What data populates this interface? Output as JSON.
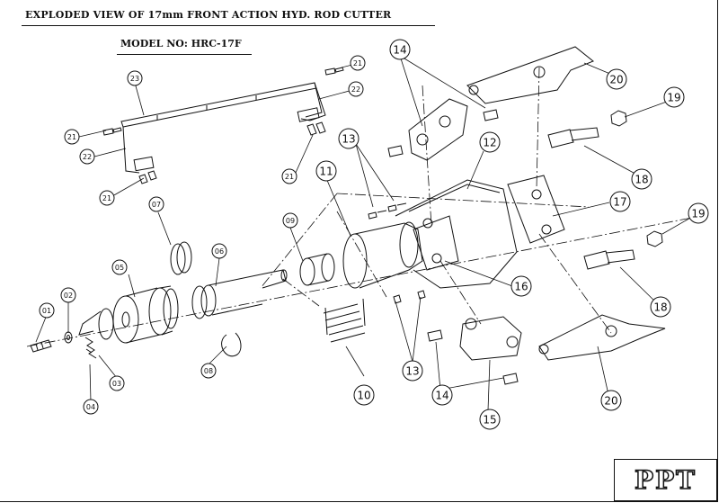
{
  "title": "EXPLODED VIEW OF 17mm FRONT ACTION HYD. ROD CUTTER",
  "model": "MODEL NO: HRC-17F",
  "logo": "PPT",
  "callouts": {
    "c01": "01",
    "c02": "02",
    "c03": "03",
    "c04": "04",
    "c05": "05",
    "c06": "06",
    "c07": "07",
    "c08": "08",
    "c09": "09",
    "c10": "10",
    "c11": "11",
    "c12": "12",
    "c13a": "13",
    "c13b": "13",
    "c14a": "14",
    "c14b": "14",
    "c15": "15",
    "c16": "16",
    "c17": "17",
    "c18a": "18",
    "c18b": "18",
    "c19a": "19",
    "c19b": "19",
    "c20a": "20",
    "c20b": "20",
    "c21a": "21",
    "c21b": "21",
    "c21c": "21",
    "c21d": "21",
    "c22a": "22",
    "c22b": "22",
    "c23": "23"
  },
  "colors": {
    "ink": "#111111",
    "paper": "#ffffff"
  }
}
